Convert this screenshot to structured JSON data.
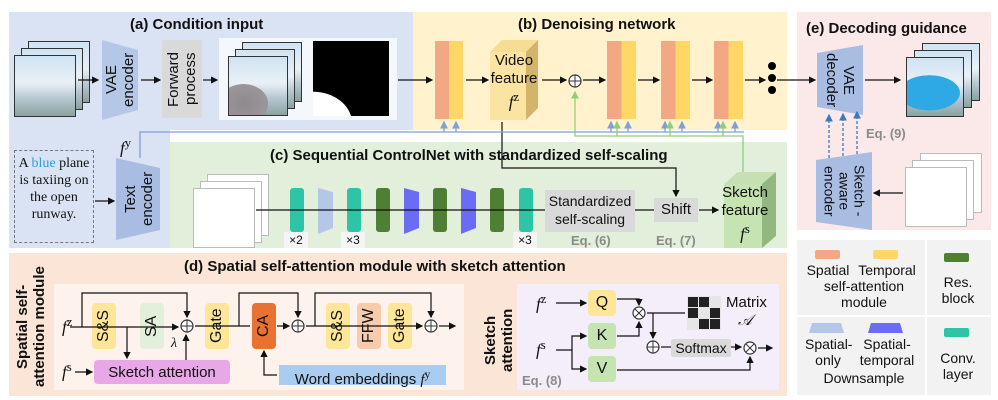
{
  "panels": {
    "a": {
      "title": "(a) Condition input",
      "vae_encoder": "VAE encoder",
      "forward_process": "Forward process",
      "text_encoder": "Text encoder",
      "fy_label": "f",
      "fy_sup": "y",
      "prompt": {
        "pre": "A ",
        "highlight": "blue",
        "post": " plane is taxiing on the open runway.",
        "highlight_color": "#2a9de0"
      }
    },
    "b": {
      "title": "(b) Denoising network",
      "video_feature": "Video feature",
      "fz_label": "f",
      "fz_sup": "z"
    },
    "c": {
      "title": "(c) Sequential ControlNet with standardized self-scaling",
      "repeat_labels": [
        "×2",
        "×3",
        "×3"
      ],
      "standardized": "Standardized self-scaling",
      "eq6": "Eq. (6)",
      "shift": "Shift",
      "eq7": "Eq. (7)",
      "sketch_feature": "Sketch feature",
      "fs_label": "f",
      "fs_sup": "s"
    },
    "d": {
      "title": "(d) Spatial self-attention module with sketch attention",
      "side_label": "Spatial self-attention module",
      "fz_label": "f",
      "fz_sup": "z",
      "fs_label": "f",
      "fs_sup": "s",
      "ss1": "S&S",
      "sa": "SA",
      "lambda": "λ",
      "gate1": "Gate",
      "ca": "CA",
      "ss2": "S&S",
      "ffw": "FFW",
      "gate2": "Gate",
      "sketch_attention": "Sketch attention",
      "word_embeddings": "Word embeddings",
      "fy_label": "f",
      "fy_sup": "y",
      "sketch_attn_side": "Sketch attention",
      "q": "Q",
      "k": "K",
      "v": "V",
      "softmax": "Softmax",
      "matrix": "Matrix",
      "matrix_sym": "𝒜",
      "eq8": "Eq. (8)"
    },
    "e": {
      "title": "(e) Decoding guidance",
      "vae_decoder": "VAE decoder",
      "sketch_encoder": "Sketch -aware encoder",
      "eq9": "Eq. (9)"
    }
  },
  "legend": {
    "spatial": "Spatial",
    "temporal": "Temporal",
    "ssam": "self-attention module",
    "res_block": "Res. block",
    "spatial_only": "Spatial- only",
    "spatial_temporal": "Spatial- temporal",
    "downsample": "Downsample",
    "conv_layer": "Conv. layer"
  },
  "colors": {
    "spatial": "#f2a983",
    "temporal": "#fed766",
    "res_block": "#4f7f35",
    "downsample_spatial": "#b4c7e7",
    "downsample_st": "#6b6bf5",
    "conv": "#2ec4a6",
    "panel_a": "#dae3f3",
    "panel_b": "#fff2cc",
    "panel_c": "#e2efda",
    "panel_d": "#fbe5d6",
    "panel_e": "#fbe9e9",
    "skip_blue": "#7f9fd8",
    "skip_green": "#8fcf7a"
  }
}
